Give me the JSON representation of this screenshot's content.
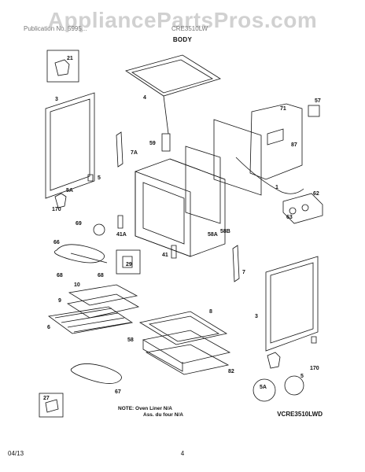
{
  "header": {
    "watermark": "AppliancePartsPros.com",
    "left_text": "Publication No. 5995...",
    "right_text": "CRE3510LW",
    "section_title": "BODY"
  },
  "callouts": [
    {
      "id": "21"
    },
    {
      "id": "4"
    },
    {
      "id": "3"
    },
    {
      "id": "71"
    },
    {
      "id": "57"
    },
    {
      "id": "87"
    },
    {
      "id": "59"
    },
    {
      "id": "7A"
    },
    {
      "id": "5"
    },
    {
      "id": "5A"
    },
    {
      "id": "170"
    },
    {
      "id": "1"
    },
    {
      "id": "62"
    },
    {
      "id": "63"
    },
    {
      "id": "69"
    },
    {
      "id": "41A"
    },
    {
      "id": "58A"
    },
    {
      "id": "58B"
    },
    {
      "id": "66"
    },
    {
      "id": "41"
    },
    {
      "id": "29"
    },
    {
      "id": "68"
    },
    {
      "id": "10"
    },
    {
      "id": "9"
    },
    {
      "id": "6"
    },
    {
      "id": "8"
    },
    {
      "id": "58"
    },
    {
      "id": "82"
    },
    {
      "id": "67"
    },
    {
      "id": "27"
    }
  ],
  "right_callouts": [
    {
      "id": "7"
    },
    {
      "id": "3"
    },
    {
      "id": "5"
    },
    {
      "id": "170"
    },
    {
      "id": "5A"
    }
  ],
  "note": {
    "line1": "NOTE: Oven Liner N/A",
    "line2": "Ass. du four N/A"
  },
  "model_code": "VCRE3510LWD",
  "footer": {
    "date": "04/13",
    "page": "4"
  }
}
